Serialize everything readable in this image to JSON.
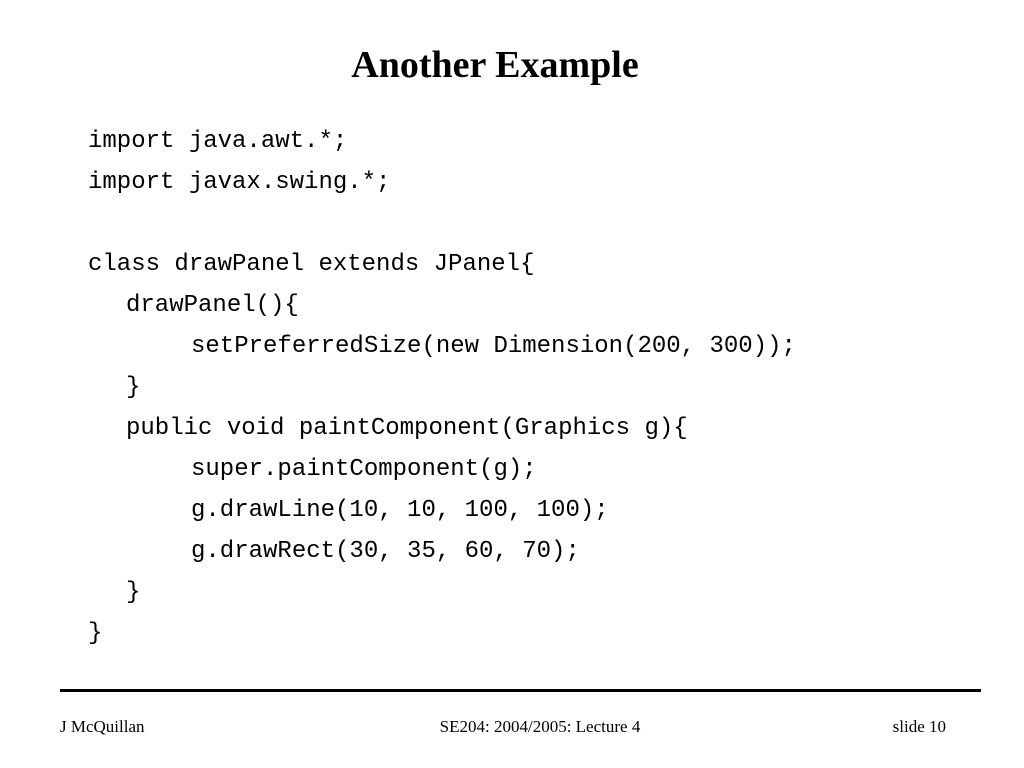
{
  "slide": {
    "title": "Another Example",
    "code_lines": [
      "import java.awt.*;",
      "import javax.swing.*;",
      "",
      "class drawPanel extends JPanel{",
      "drawPanel(){",
      "setPreferredSize(new Dimension(200, 300));",
      "}",
      "public void paintComponent(Graphics g){",
      "super.paintComponent(g);",
      "g.drawLine(10, 10, 100, 100);",
      "g.drawRect(30, 35, 60, 70);",
      "}",
      "}"
    ]
  },
  "footer": {
    "author": "J McQuillan",
    "course": "SE204: 2004/2005: Lecture 4",
    "slide_number": "slide 10"
  }
}
